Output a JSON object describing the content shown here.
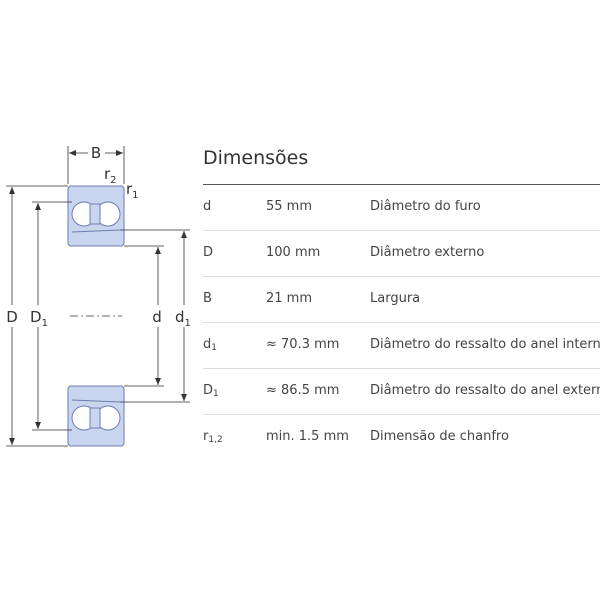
{
  "drawing": {
    "labels": {
      "B": "B",
      "r2_main": "r",
      "r2_sub": "2",
      "r1_main": "r",
      "r1_sub": "1",
      "D": "D",
      "D1_main": "D",
      "D1_sub": "1",
      "d": "d",
      "d1_main": "d",
      "d1_sub": "1"
    },
    "colors": {
      "ring_fill": "#c9d4ee",
      "ring_stroke": "#6a7fb3",
      "line": "#333333"
    }
  },
  "table": {
    "title": "Dimensões",
    "rows": [
      {
        "sym": "d",
        "sub": "",
        "value": "55 mm",
        "desc": "Diâmetro do furo"
      },
      {
        "sym": "D",
        "sub": "",
        "value": "100 mm",
        "desc": "Diâmetro externo"
      },
      {
        "sym": "B",
        "sub": "",
        "value": "21 mm",
        "desc": "Largura"
      },
      {
        "sym": "d",
        "sub": "1",
        "value": "≈ 70.3 mm",
        "desc": "Diâmetro do ressalto do anel interno"
      },
      {
        "sym": "D",
        "sub": "1",
        "value": "≈ 86.5 mm",
        "desc": "Diâmetro do ressalto do anel externo"
      },
      {
        "sym": "r",
        "sub": "1,2",
        "value": "min. 1.5 mm",
        "desc": "Dimensão de chanfro"
      }
    ]
  }
}
